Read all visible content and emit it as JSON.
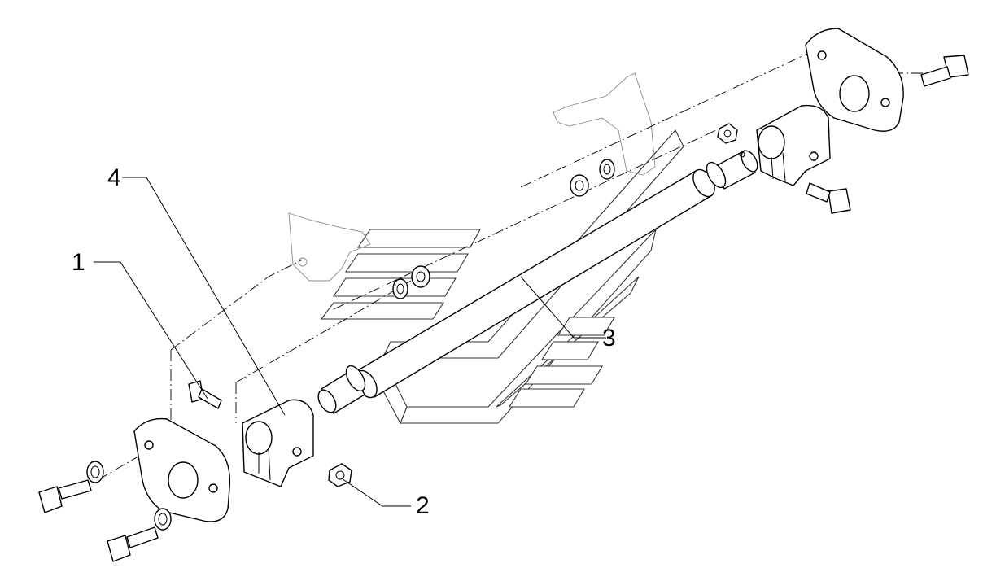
{
  "callouts": [
    {
      "id": "1",
      "label": "1"
    },
    {
      "id": "2",
      "label": "2"
    },
    {
      "id": "3",
      "label": "3"
    },
    {
      "id": "4",
      "label": "4"
    }
  ],
  "colors": {
    "line": "#000000",
    "background": "#ffffff",
    "ghost": "#8a8a8a"
  }
}
